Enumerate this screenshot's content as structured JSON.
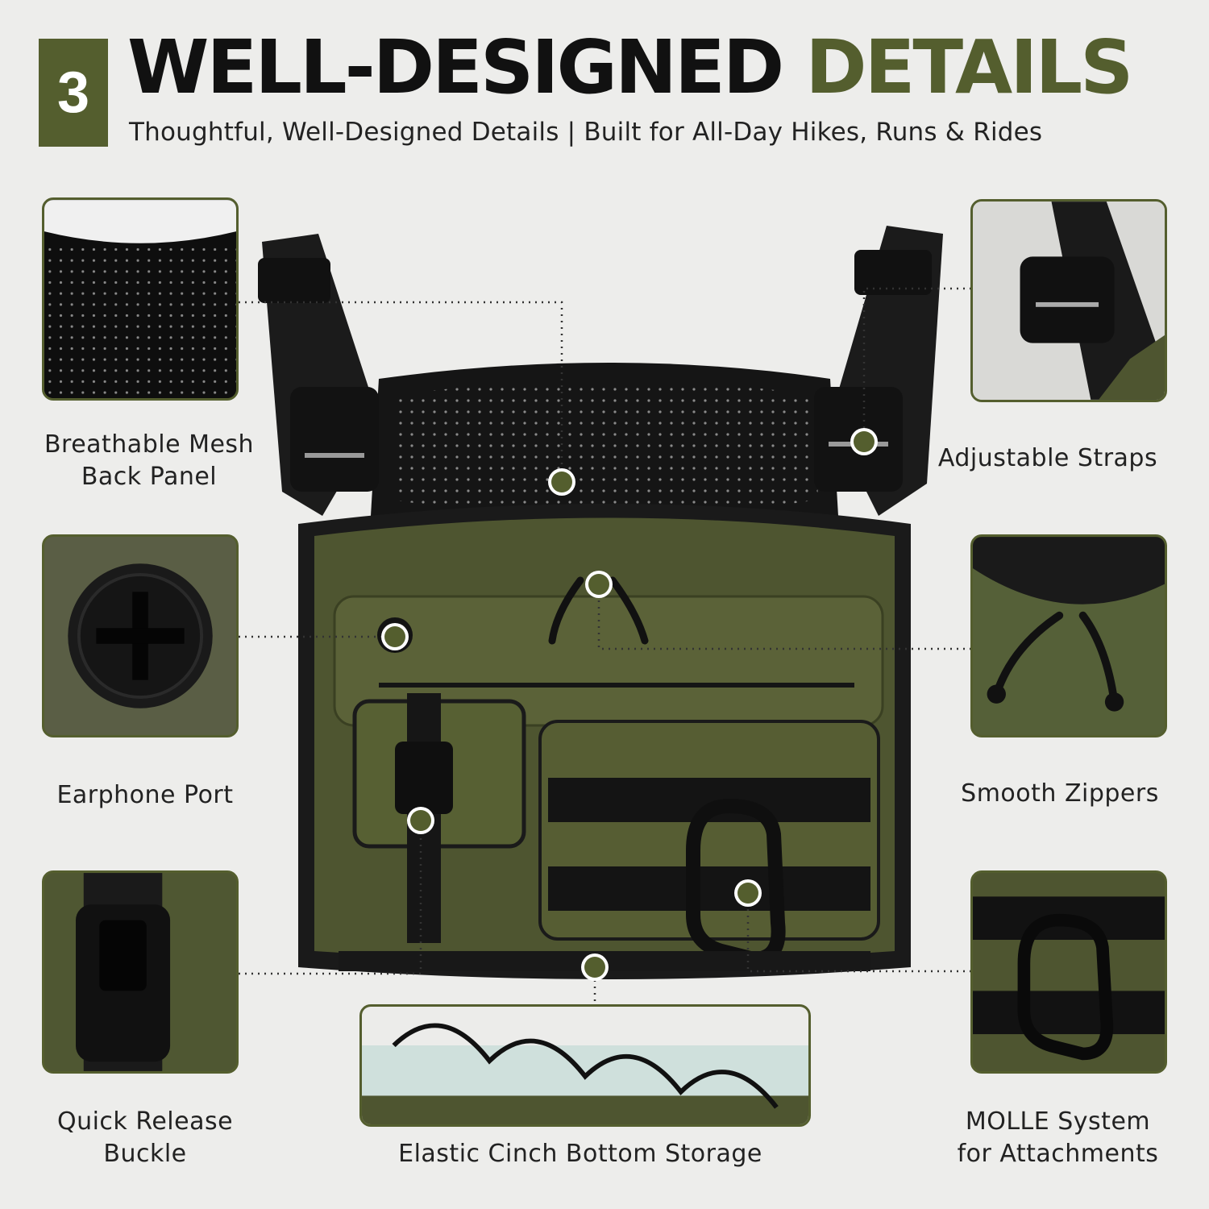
{
  "header": {
    "badge_number": "3",
    "title_main": "WELL-DESIGNED ",
    "title_accent": "DETAILS",
    "subtitle": "Thoughtful, Well-Designed Details | Built for All-Day Hikes, Runs & Rides"
  },
  "features": {
    "mesh": {
      "line1": "Breathable Mesh",
      "line2": "Back Panel"
    },
    "straps": {
      "line1": "Adjustable Straps"
    },
    "earphone": {
      "line1": "Earphone Port"
    },
    "zippers": {
      "line1": "Smooth Zippers"
    },
    "buckle": {
      "line1": "Quick Release",
      "line2": "Buckle"
    },
    "cinch": {
      "line1": "Elastic Cinch Bottom Storage"
    },
    "molle": {
      "line1": "MOLLE System",
      "line2": "for Attachments"
    }
  },
  "colors": {
    "accent": "#545e2e",
    "fabric": "#4e5530",
    "background": "#ededeb"
  }
}
